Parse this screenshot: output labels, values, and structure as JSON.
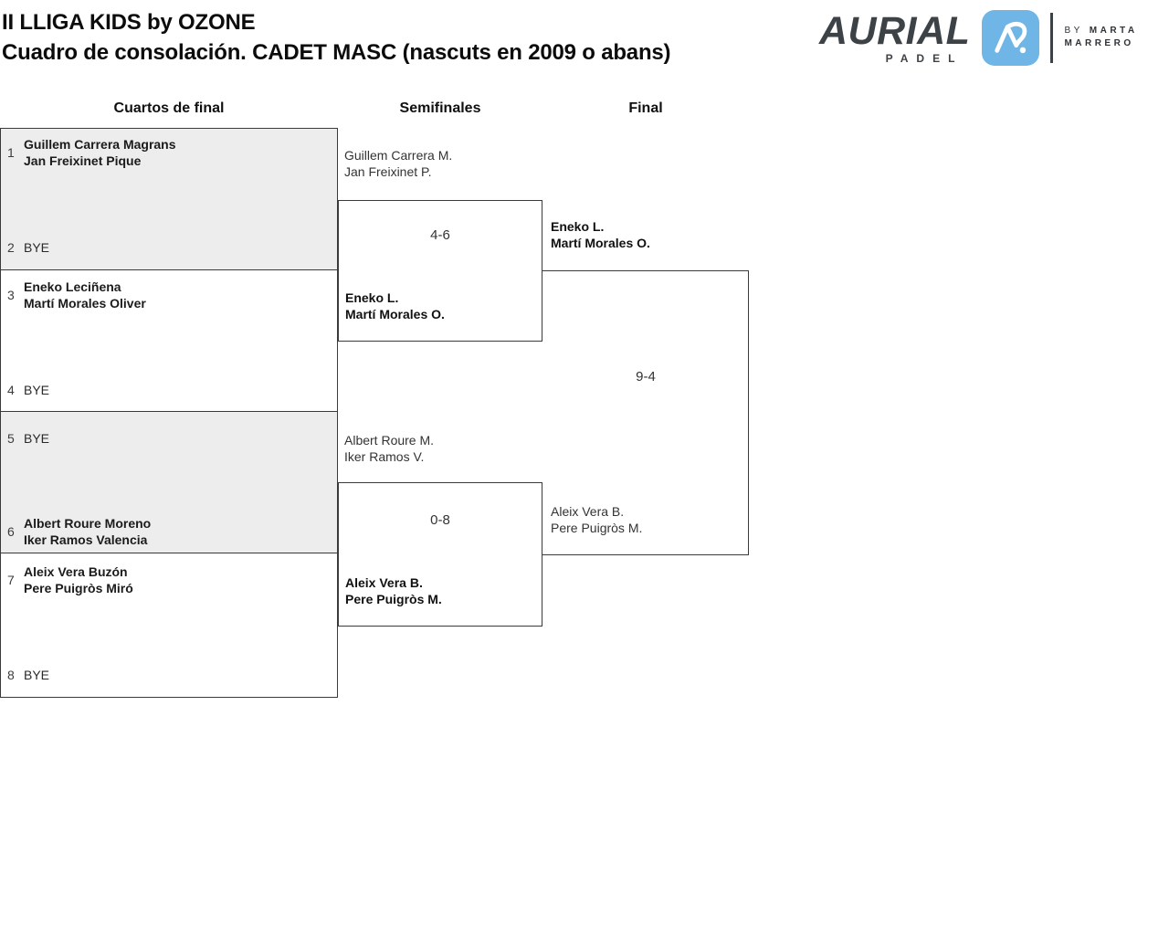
{
  "header": {
    "title": "II LLIGA KIDS by OZONE",
    "subtitle": "Cuadro de consolación. CADET MASC (nascuts en 2009 o abans)"
  },
  "logo": {
    "brand": "AURIAL",
    "brand_sub": "PADEL",
    "by_prefix": "BY",
    "by_name_top": "MARTA",
    "by_name_bottom": "MARRERO",
    "colors": {
      "brand_blue": "#6FB5E6",
      "brand_dark": "#3D4247"
    }
  },
  "rounds": {
    "r1": "Cuartos de final",
    "r2": "Semifinales",
    "r3": "Final"
  },
  "qf": [
    {
      "seed": "1",
      "name1": "Guillem Carrera Magrans",
      "name2": "Jan Freixinet Pique"
    },
    {
      "seed": "2",
      "name1": "BYE"
    },
    {
      "seed": "3",
      "name1": "Eneko Leciñena",
      "name2": "Martí Morales Oliver"
    },
    {
      "seed": "4",
      "name1": "BYE"
    },
    {
      "seed": "5",
      "name1": "BYE"
    },
    {
      "seed": "6",
      "name1": "Albert Roure Moreno",
      "name2": "Iker Ramos Valencia"
    },
    {
      "seed": "7",
      "name1": "Aleix Vera Buzón",
      "name2": "Pere Puigròs Miró"
    },
    {
      "seed": "8",
      "name1": "BYE"
    }
  ],
  "sf": [
    {
      "top1": "Guillem Carrera M.",
      "top2": "Jan Freixinet P.",
      "score": "4-6",
      "bottom1": "Eneko L.",
      "bottom2": "Martí Morales O."
    },
    {
      "top1": "Albert Roure M.",
      "top2": "Iker Ramos V.",
      "score": "0-8",
      "bottom1": "Aleix Vera B.",
      "bottom2": "Pere Puigròs M."
    }
  ],
  "final": {
    "top1": "Eneko L.",
    "top2": "Martí Morales O.",
    "score": "9-4",
    "bottom1": "Aleix Vera B.",
    "bottom2": "Pere Puigròs M."
  },
  "colors": {
    "box_fill_alt": "#EDEDED",
    "box_border": "#3A3A3A"
  }
}
